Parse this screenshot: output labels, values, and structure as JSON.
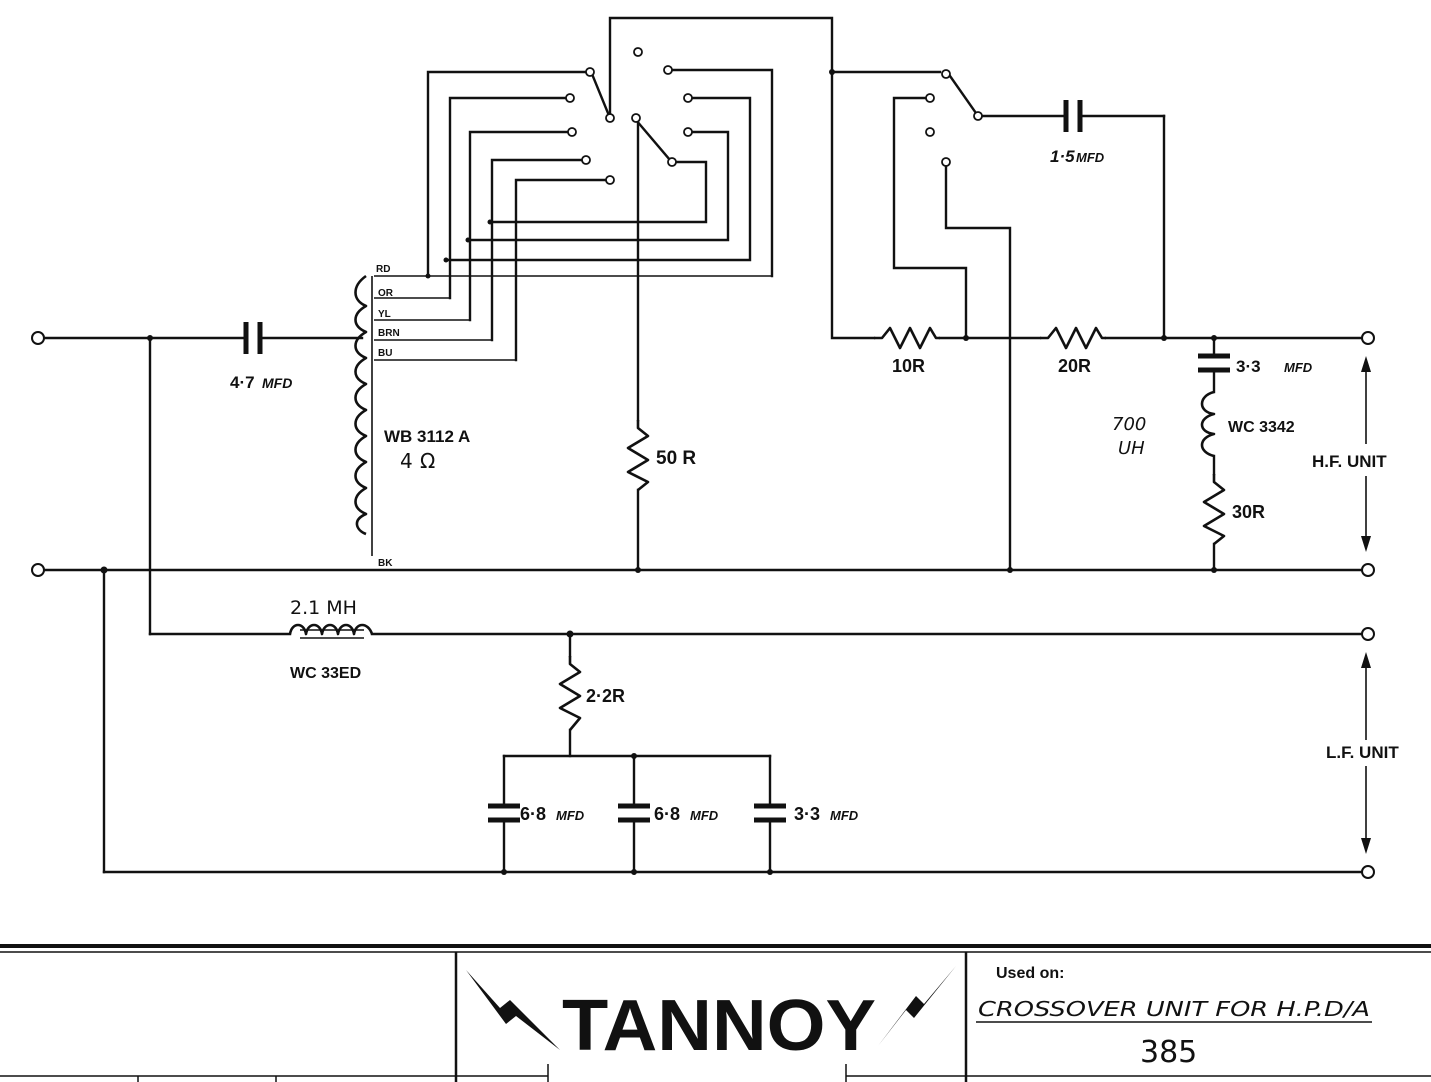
{
  "components": {
    "c_input": "4·7",
    "c_input_unit": "MFD",
    "c_switch": "1·5",
    "c_switch_unit": "MFD",
    "c_hf": "3·3",
    "c_hf_unit": "MFD",
    "transformer_model": "WB 3112 A",
    "transformer_impedance": "4",
    "ohm_symbol": "Ω",
    "r_50": "50 R",
    "r_10": "10R",
    "r_20": "20R",
    "inductor_hf_value_line1": "700",
    "inductor_hf_value_line2": "UH",
    "inductor_hf_model": "WC 3342",
    "r_30": "30R",
    "inductor_lf_value": "2.1 MH",
    "inductor_lf_model": "WC 33ED",
    "r_22": "2·2R",
    "c_lf1": "6·8",
    "c_lf1_unit": "MFD",
    "c_lf2": "6·8",
    "c_lf2_unit": "MFD",
    "c_lf3": "3·3",
    "c_lf3_unit": "MFD"
  },
  "taps": {
    "rd": "RD",
    "or": "OR",
    "yl": "YL",
    "brn": "BRN",
    "bu": "BU",
    "bk": "BK"
  },
  "outputs": {
    "hf_unit": "H.F. UNIT",
    "lf_unit": "L.F. UNIT"
  },
  "title_block": {
    "brand": "TANNOY",
    "used_on_label": "Used on:",
    "used_on_value": "CROSSOVER UNIT FOR H.P.D/A",
    "drawing_number": "385"
  }
}
